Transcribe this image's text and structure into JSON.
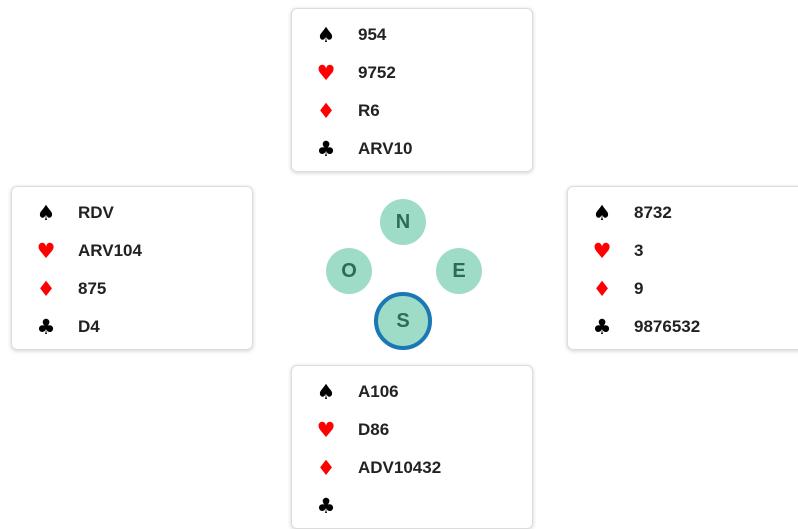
{
  "colors": {
    "red_suit": "#ff0000",
    "black_suit": "#000000",
    "seat_fill": "#9fdcc8",
    "seat_text": "#2d6a5a",
    "selected_ring": "#1a78b4"
  },
  "suits": {
    "spades": "♠",
    "hearts": "♥",
    "diamonds": "♦",
    "clubs": "♣"
  },
  "hands": {
    "north": {
      "spades": "954",
      "hearts": "9752",
      "diamonds": "R6",
      "clubs": "ARV10"
    },
    "west": {
      "spades": "RDV",
      "hearts": "ARV104",
      "diamonds": "875",
      "clubs": "D4"
    },
    "east": {
      "spades": "8732",
      "hearts": "3",
      "diamonds": "9",
      "clubs": "9876532"
    },
    "south": {
      "spades": "A106",
      "hearts": "D86",
      "diamonds": "ADV10432",
      "clubs": ""
    }
  },
  "seats": {
    "north": "N",
    "west": "O",
    "east": "E",
    "south": "S",
    "selected": "south"
  }
}
